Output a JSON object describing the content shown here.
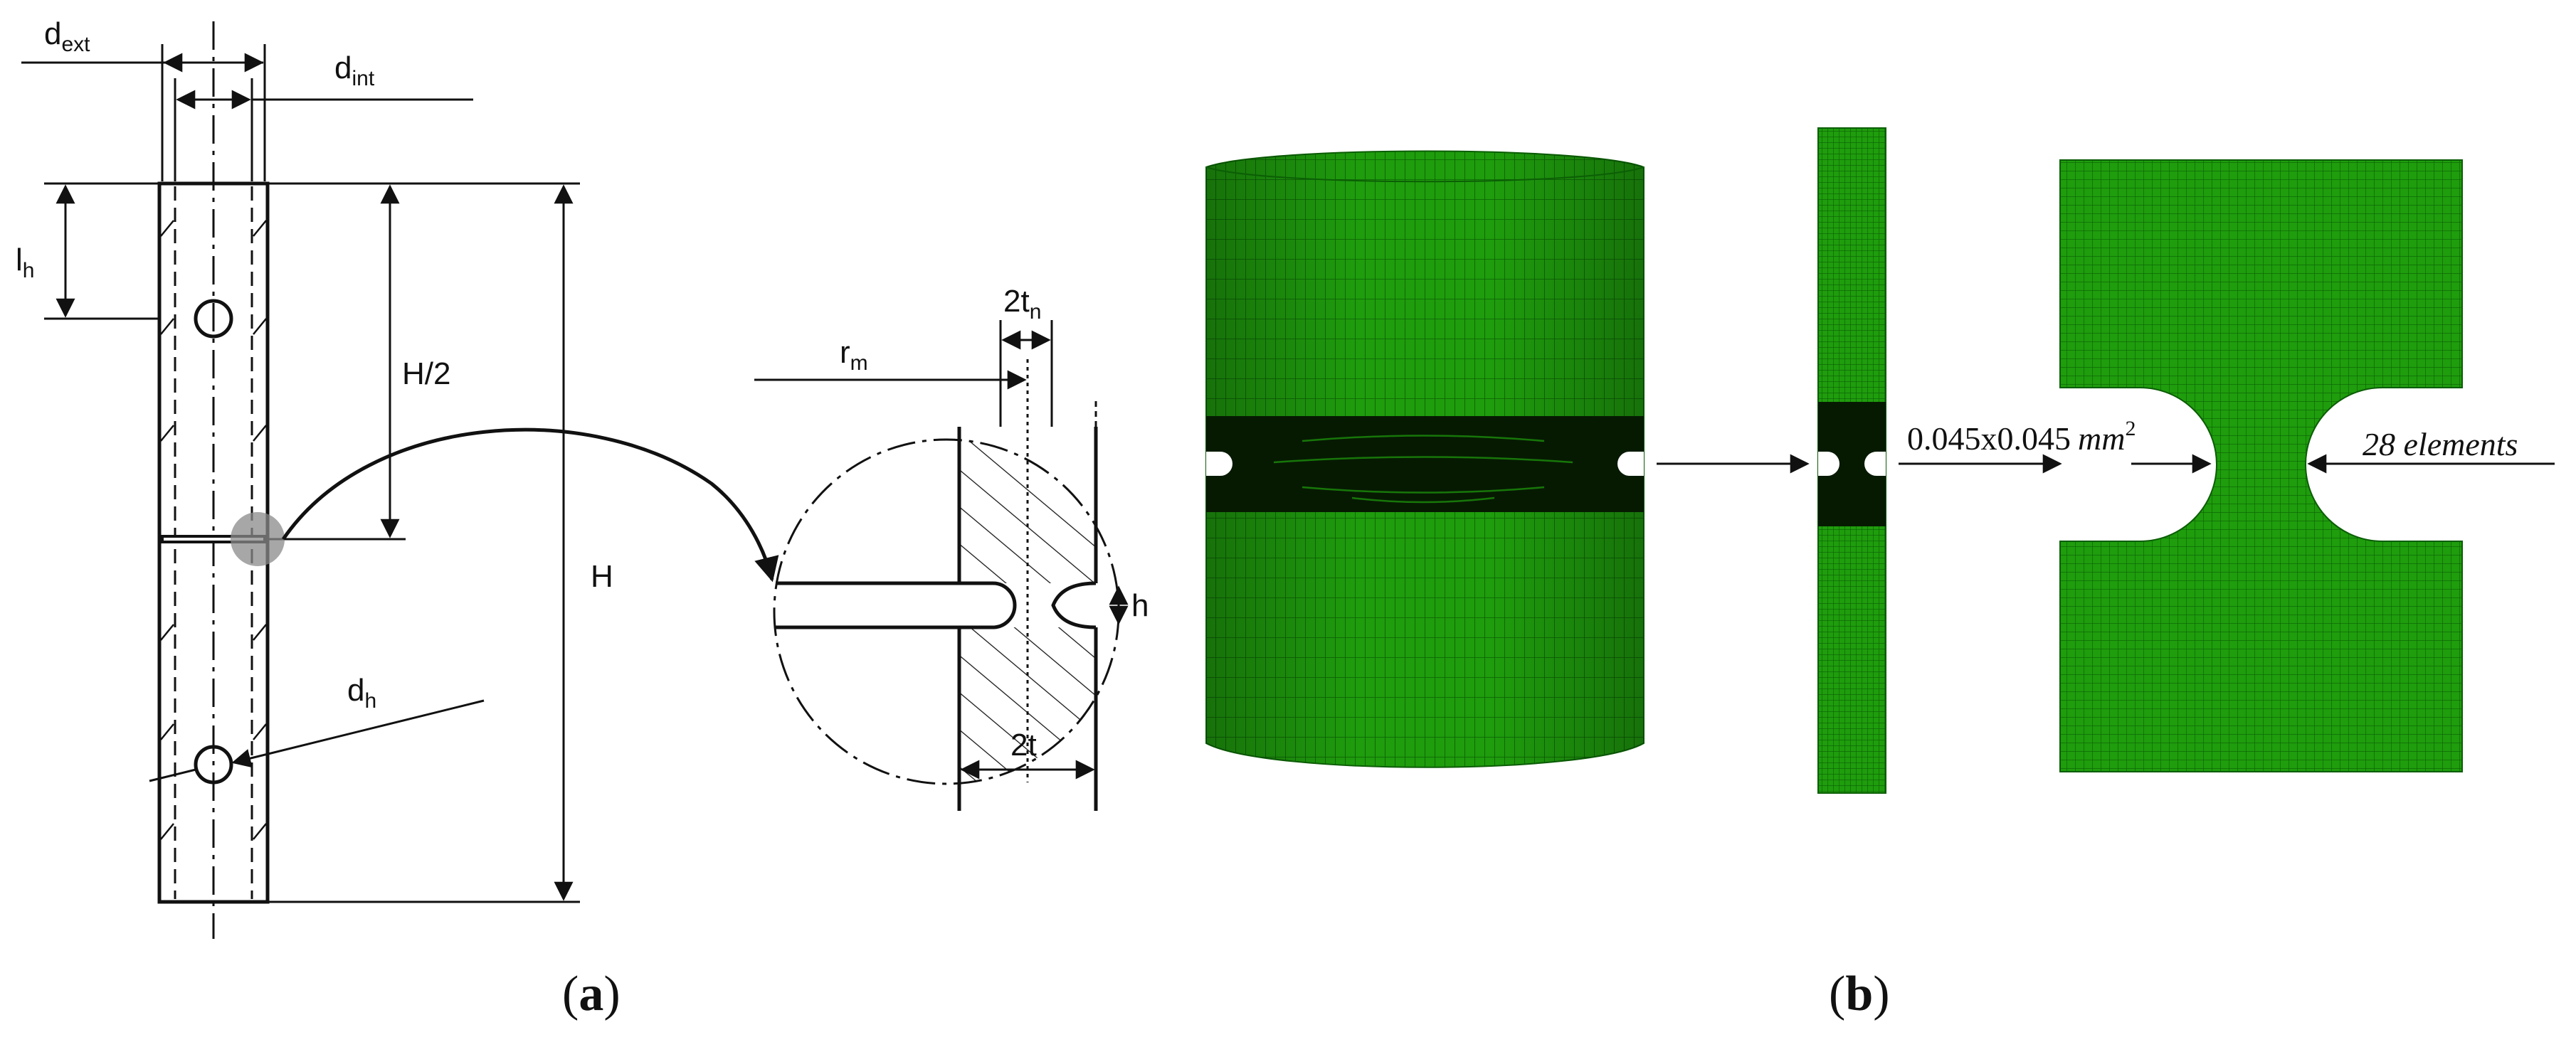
{
  "panel_a": {
    "labels": {
      "d_ext": {
        "main": "d",
        "sub": "ext"
      },
      "d_int": {
        "main": "d",
        "sub": "int"
      },
      "l_h": {
        "main": "l",
        "sub": "h"
      },
      "half_H": "H/2",
      "H": "H",
      "d_h": {
        "main": "d",
        "sub": "h"
      },
      "r_m": {
        "main": "r",
        "sub": "m"
      },
      "two_t_n": {
        "main": "2t",
        "sub": "n"
      },
      "h": "h",
      "two_t": "2t"
    },
    "caption": {
      "open": "(",
      "letter": "a",
      "close": ")"
    }
  },
  "panel_b": {
    "labels": {
      "element_size": "0.045x0.045",
      "element_size_unit": "mm",
      "element_size_exp": "2",
      "element_count": "28 elements"
    },
    "mesh_color": "#1a9a0a",
    "mesh_line_color": "#0c5c05",
    "caption": {
      "open": "(",
      "letter": "b",
      "close": ")"
    }
  }
}
